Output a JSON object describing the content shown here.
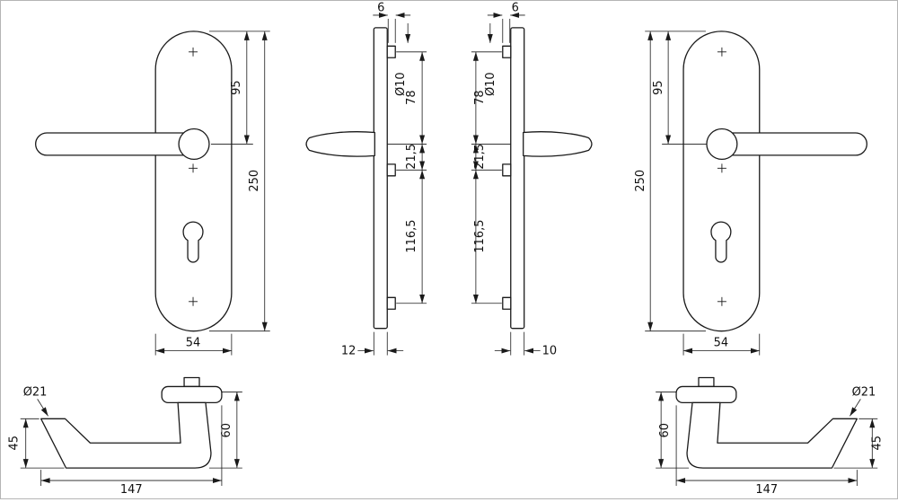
{
  "title": "Door handle set technical drawing",
  "views": {
    "front_left": {
      "dim_top_hole": "95",
      "dim_height": "250",
      "dim_width": "54"
    },
    "side_left": {
      "dim_stud": "6",
      "dim_hole_dia": "Ø10",
      "dim_top": "78",
      "dim_mid": "21,5",
      "dim_bottom": "116,5",
      "dim_thickness": "12"
    },
    "side_right": {
      "dim_stud": "6",
      "dim_hole_dia": "Ø10",
      "dim_top": "78",
      "dim_mid": "21,5",
      "dim_bottom": "116,5",
      "dim_thickness": "10"
    },
    "front_right": {
      "dim_top_hole": "95",
      "dim_height": "250",
      "dim_width": "54"
    },
    "handle_left": {
      "dim_grip_dia": "Ø21",
      "dim_end_height": "45",
      "dim_total_height": "60",
      "dim_length": "147"
    },
    "handle_right": {
      "dim_grip_dia": "Ø21",
      "dim_end_height": "45",
      "dim_total_height": "60",
      "dim_length": "147"
    }
  }
}
